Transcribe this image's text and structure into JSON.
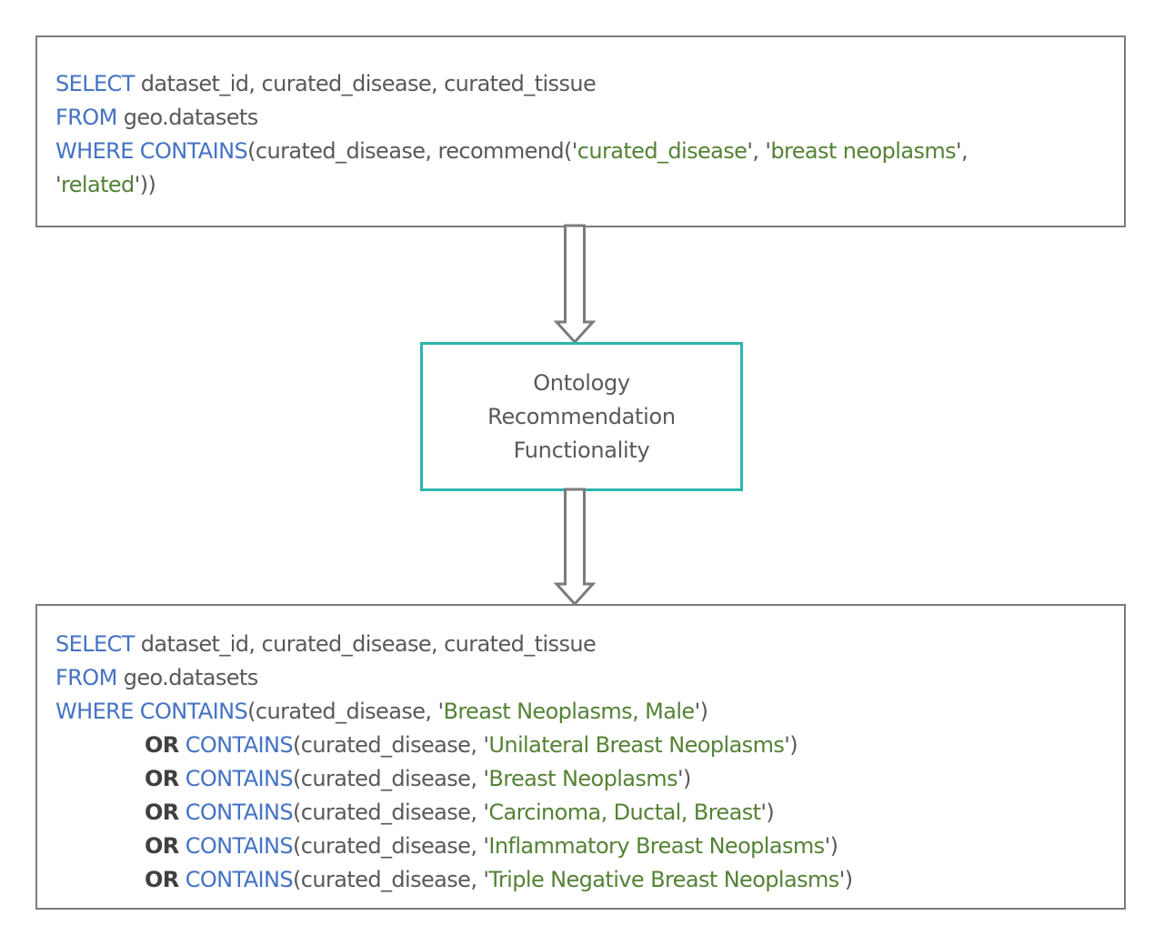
{
  "top_query": {
    "line1": {
      "kw": "SELECT",
      "rest": " dataset_id, curated_disease, curated_tissue"
    },
    "line2": {
      "kw": "FROM",
      "rest": " geo.datasets"
    },
    "line3": {
      "kw": "WHERE CONTAINS",
      "pre": "(curated_disease, recommend('",
      "s1": "curated_disease",
      "mid": "', '",
      "s2": "breast neoplasms",
      "post": "',"
    },
    "line4": {
      "pre": "'",
      "s": "related",
      "post": "'))"
    }
  },
  "center_box": {
    "line1": "Ontology",
    "line2": "Recommendation",
    "line3": "Functionality"
  },
  "bottom_query": {
    "line1": {
      "kw": "SELECT",
      "rest": " dataset_id, curated_disease, curated_tissue"
    },
    "line2": {
      "kw": "FROM",
      "rest": " geo.datasets"
    },
    "line3": {
      "kw": "WHERE CONTAINS",
      "pre": "(curated_disease, '",
      "s": "Breast Neoplasms, Male",
      "post": "')"
    },
    "or_lines": [
      {
        "op": "OR",
        "kw": "CONTAINS",
        "pre": "(curated_disease, '",
        "s": "Unilateral Breast Neoplasms",
        "post": "')"
      },
      {
        "op": "OR",
        "kw": "CONTAINS",
        "pre": "(curated_disease, '",
        "s": "Breast Neoplasms",
        "post": "')"
      },
      {
        "op": "OR",
        "kw": "CONTAINS",
        "pre": "(curated_disease, '",
        "s": "Carcinoma, Ductal, Breast",
        "post": "')"
      },
      {
        "op": "OR",
        "kw": "CONTAINS",
        "pre": "(curated_disease, '",
        "s": "Inflammatory Breast Neoplasms",
        "post": "')"
      },
      {
        "op": "OR",
        "kw": "CONTAINS",
        "pre": "(curated_disease, '",
        "s": "Triple Negative Breast Neoplasms",
        "post": "')"
      }
    ]
  },
  "colors": {
    "keyword": "#4472c4",
    "string": "#548235",
    "text": "#595959",
    "box_border": "#7b7b7b",
    "center_border": "#2db5ac",
    "arrow": "#7b7b7b"
  }
}
